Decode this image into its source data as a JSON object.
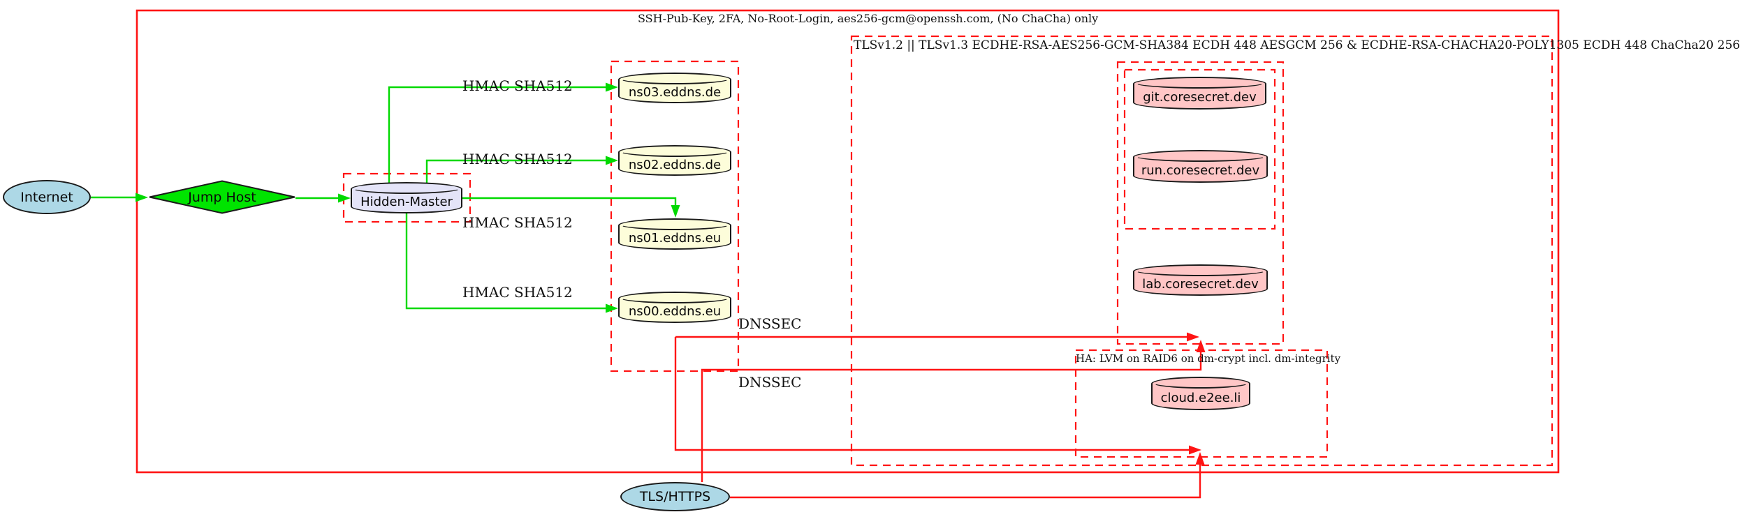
{
  "diagram": {
    "clusters": {
      "ssh_label": "SSH-Pub-Key, 2FA, No-Root-Login, aes256-gcm@openssh.com, (No ChaCha) only",
      "tls_label": "TLSv1.2 || TLSv1.3 ECDHE-RSA-AES256-GCM-SHA384 ECDH 448 AESGCM 256 & ECDHE-RSA-CHACHA20-POLY1305 ECDH 448 ChaCha20 256",
      "ha_label": "HA: LVM on RAID6 on dm-crypt incl. dm-integrity"
    },
    "nodes": {
      "internet": "Internet",
      "jump_host": "Jump Host",
      "hidden_master": "Hidden-Master",
      "ns03": "ns03.eddns.de",
      "ns02": "ns02.eddns.de",
      "ns01": "ns01.eddns.eu",
      "ns00": "ns00.eddns.eu",
      "git": "git.coresecret.dev",
      "run": "run.coresecret.dev",
      "lab": "lab.coresecret.dev",
      "cloud": "cloud.e2ee.li",
      "tls_https": "TLS/HTTPS"
    },
    "edge_labels": {
      "hmac": "HMAC SHA512",
      "dnssec": "DNSSEC"
    },
    "colors": {
      "edge-green": "#00d900",
      "edge-red": "#ff1414",
      "node-border": "#1a1a1a",
      "fill-lightblue": "#add8e6",
      "fill-green": "#00e400",
      "fill-lavender": "#e4e4f8",
      "fill-lightyellow": "#fdfdda",
      "fill-pink": "#ffc6c6"
    }
  }
}
